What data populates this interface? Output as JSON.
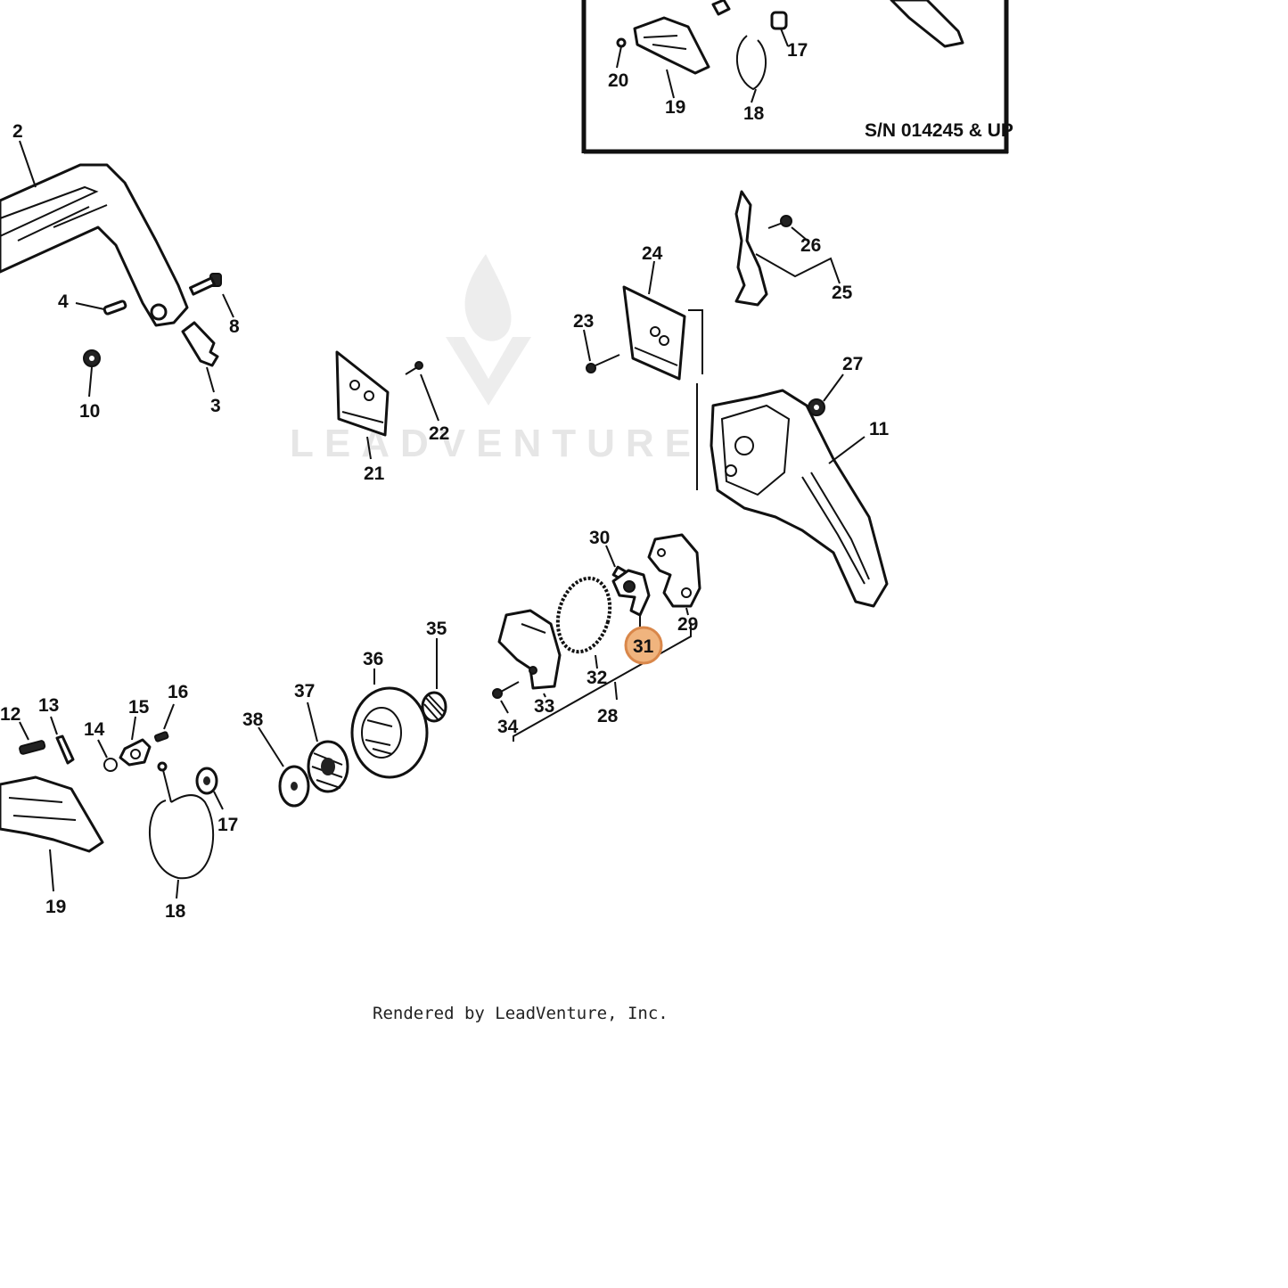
{
  "inset": {
    "serial_label": "S/N 014245 & UP"
  },
  "watermark": {
    "text": "LEADVENTURE"
  },
  "footer": {
    "text": "Rendered by LeadVenture, Inc."
  },
  "highlight": {
    "part": "31",
    "color": "#f0b47e"
  },
  "callouts": {
    "inset_20": "20",
    "inset_19": "19",
    "inset_18": "18",
    "inset_17": "17",
    "c2": "2",
    "c4": "4",
    "c8": "8",
    "c10": "10",
    "c3": "3",
    "c21": "21",
    "c22": "22",
    "c23": "23",
    "c24": "24",
    "c25": "25",
    "c26": "26",
    "c27": "27",
    "c11": "11",
    "c30": "30",
    "c29": "29",
    "c31": "31",
    "c32": "32",
    "c33": "33",
    "c28": "28",
    "c34": "34",
    "c35": "35",
    "c36": "36",
    "c37": "37",
    "c38": "38",
    "c12": "12",
    "c13": "13",
    "c14": "14",
    "c15": "15",
    "c16": "16",
    "c17": "17",
    "c18": "18",
    "c19": "19"
  }
}
